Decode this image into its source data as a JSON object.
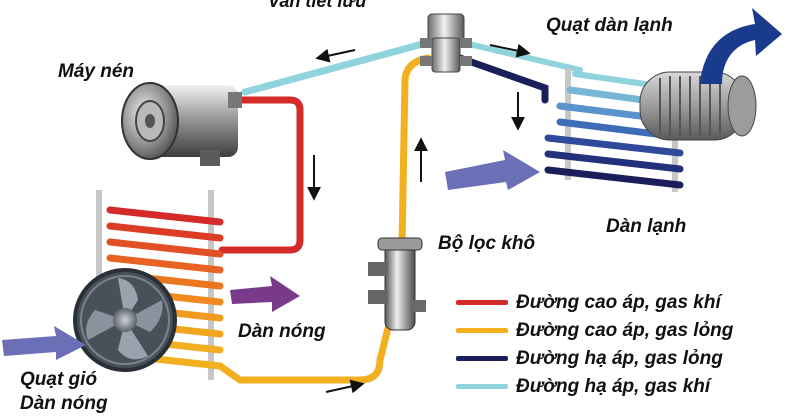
{
  "labels": {
    "expansion_valve": "Van tiết lưu",
    "evaporator_fan": "Quạt dàn lạnh",
    "compressor": "Máy nén",
    "receiver_dryer": "Bộ lọc khô",
    "evaporator": "Dàn lạnh",
    "condenser": "Dàn nóng",
    "condenser_fan_line1": "Quạt gió",
    "condenser_fan_line2": "Dàn nóng"
  },
  "legend": [
    {
      "label": "Đường cao áp, gas khí",
      "color": "#d42a2a"
    },
    {
      "label": "Đường cao áp, gas lỏng",
      "color": "#f2b01e"
    },
    {
      "label": "Đường hạ áp, gas lỏng",
      "color": "#1a1f5c"
    },
    {
      "label": "Đường hạ áp, gas khí",
      "color": "#8fd3dc"
    }
  ],
  "colors": {
    "high_pressure_gas": "#d42a2a",
    "high_pressure_liquid": "#f2b01e",
    "low_pressure_liquid": "#1a1f5c",
    "low_pressure_gas": "#8fd3dc",
    "airflow_arrow": "#6b6fb5",
    "hot_air_arrow": "#7a3a8a",
    "cold_air_arrow": "#1a3a8c"
  }
}
